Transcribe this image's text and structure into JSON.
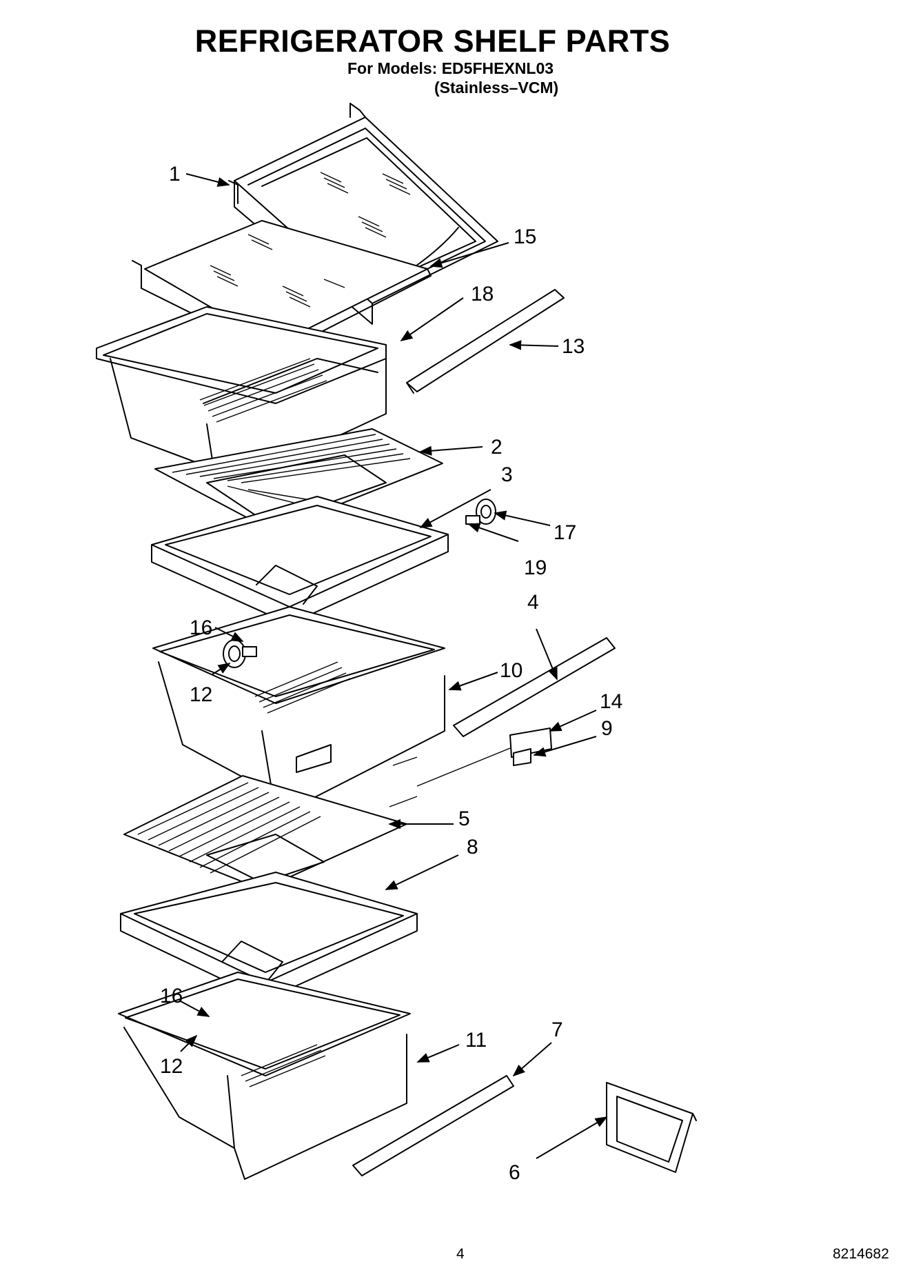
{
  "header": {
    "title": "REFRIGERATOR SHELF PARTS",
    "models_line": "For Models: ED5FHEXNL03",
    "variant_line": "(Stainless–VCM)"
  },
  "footer": {
    "page_number": "4",
    "doc_number": "8214682"
  },
  "callouts": [
    "1",
    "15",
    "18",
    "13",
    "2",
    "3",
    "17",
    "19",
    "4",
    "16",
    "12",
    "10",
    "14",
    "9",
    "5",
    "8",
    "16",
    "12",
    "11",
    "7",
    "6"
  ]
}
